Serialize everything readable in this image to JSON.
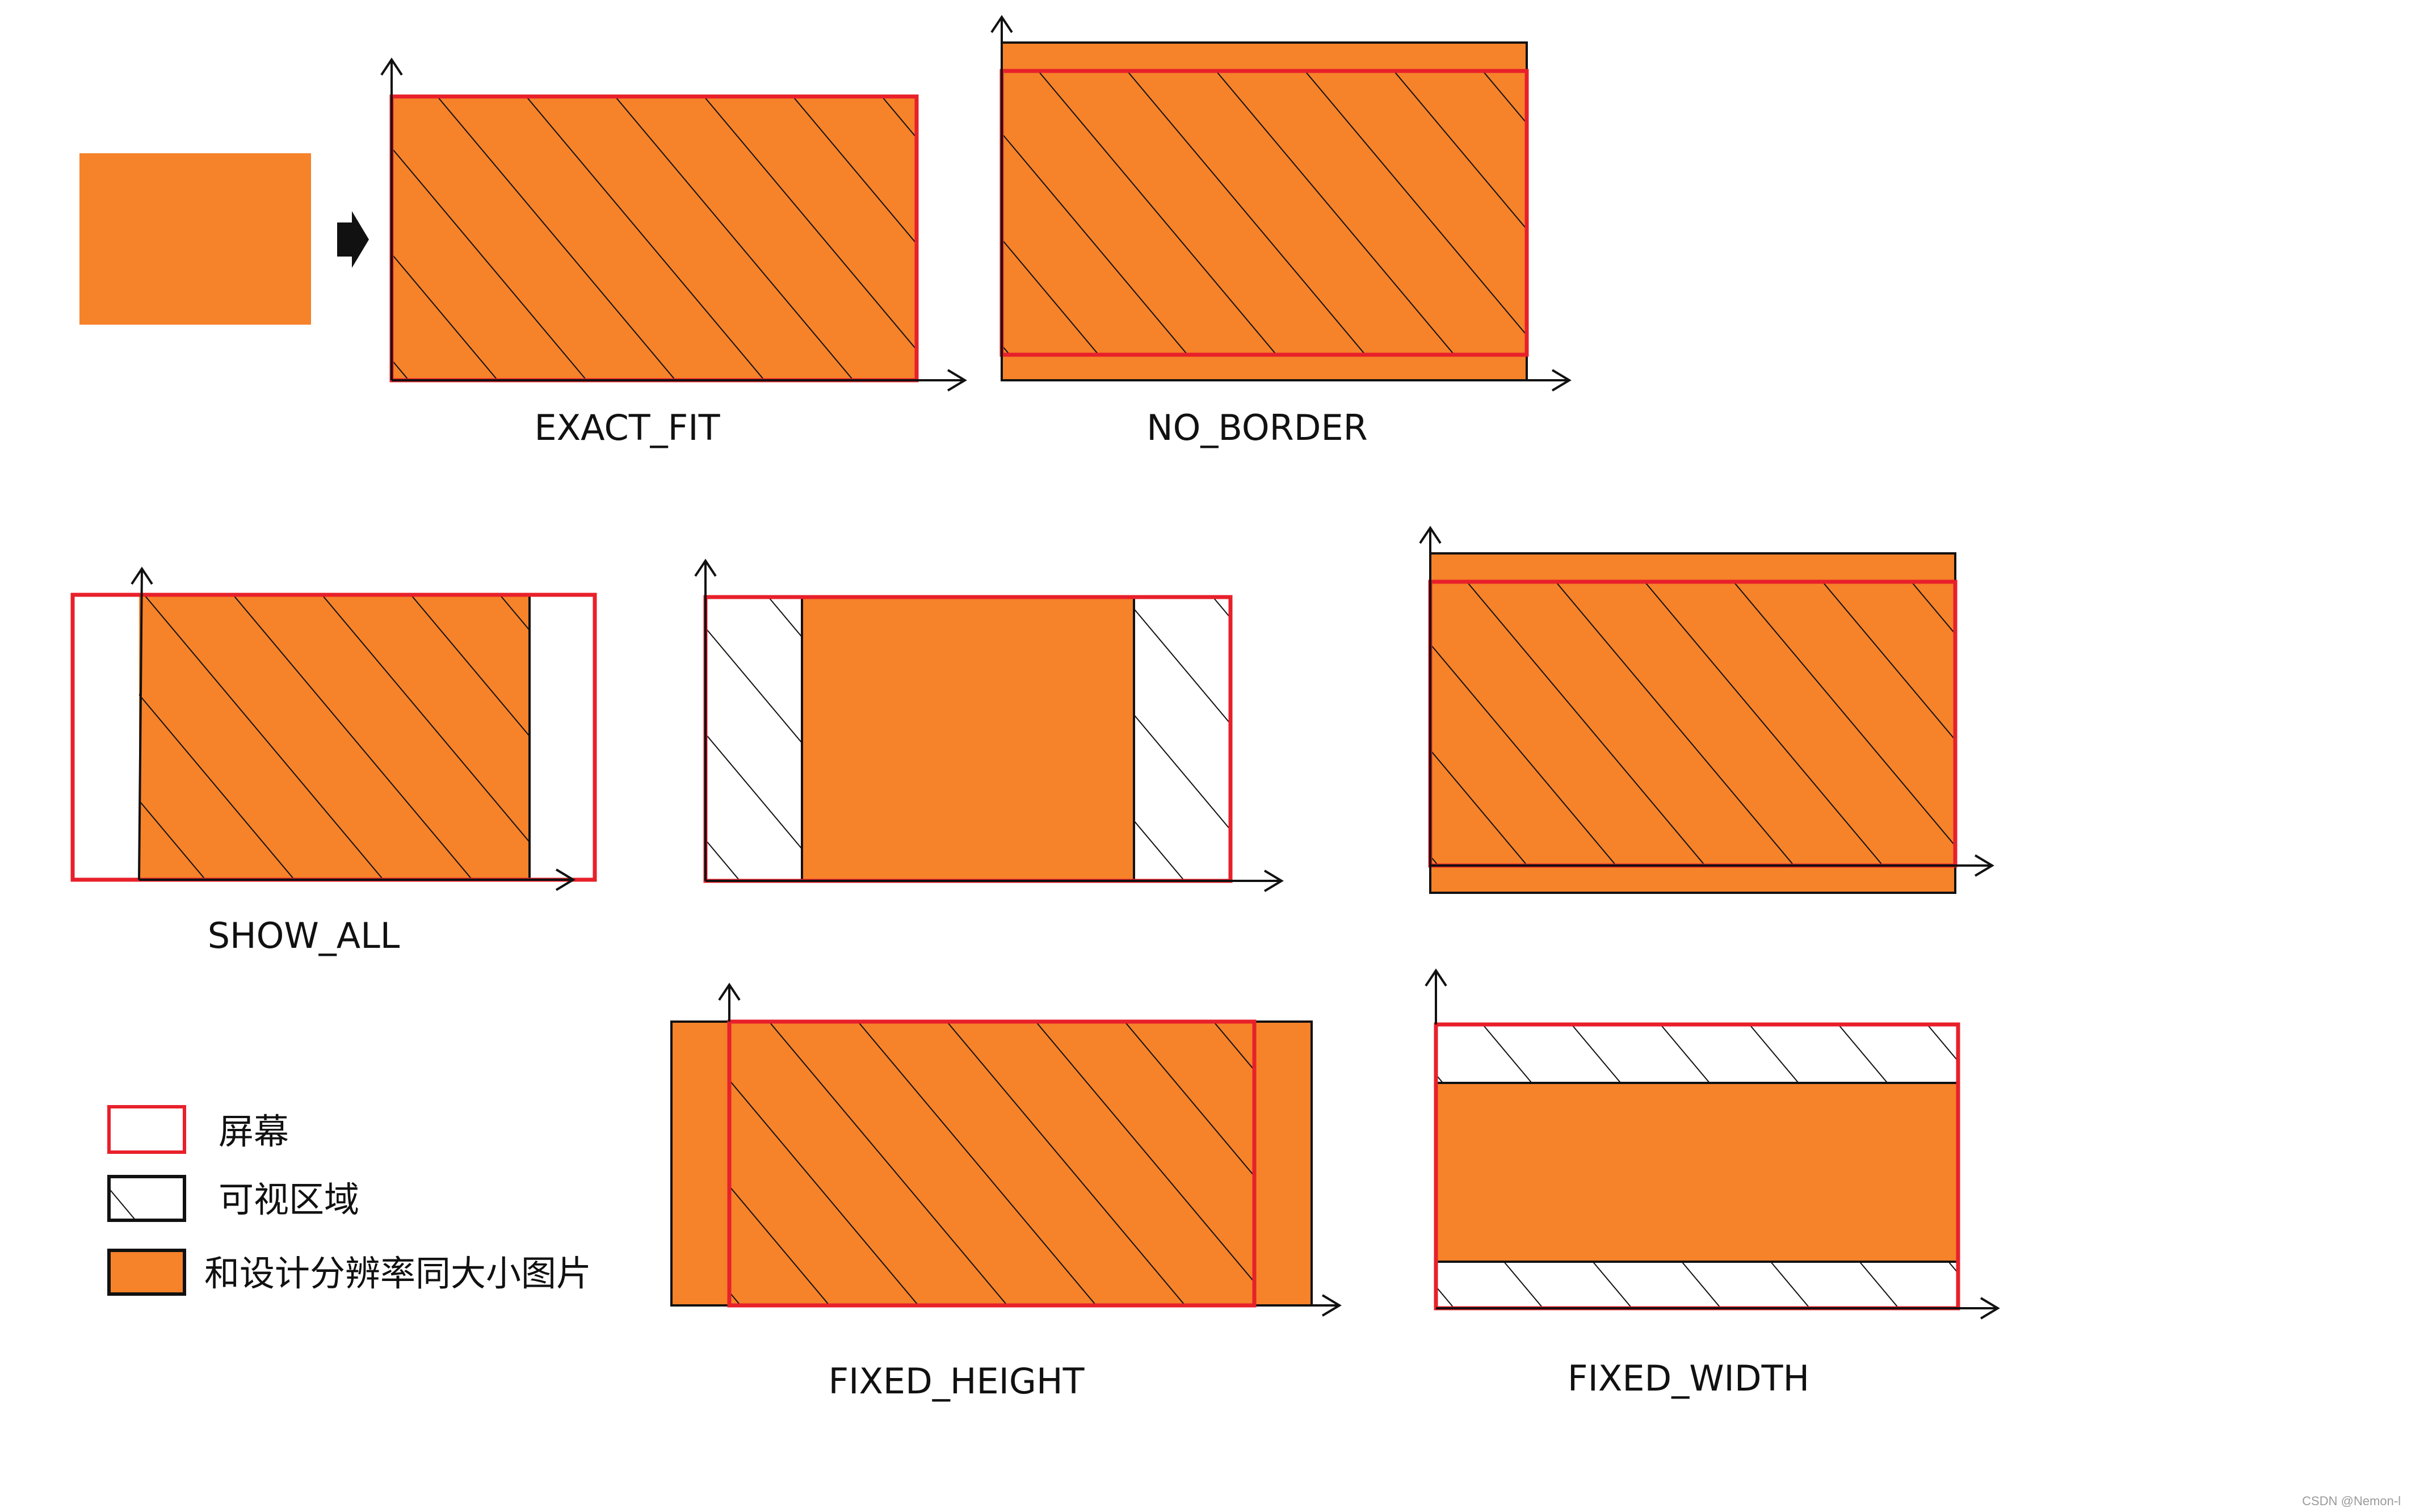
{
  "colors": {
    "image_fill": "#F6822A",
    "screen_border": "#E8202A",
    "outline": "#111111",
    "hatch": "#111111",
    "background": "#FFFFFF"
  },
  "labels": {
    "exact_fit": "EXACT_FIT",
    "no_border": "NO_BORDER",
    "show_all": "SHOW_ALL",
    "fixed_height": "FIXED_HEIGHT",
    "fixed_width": "FIXED_WIDTH"
  },
  "legend": {
    "screen": "屏幕",
    "visible_area": "可视区域",
    "design_image": "和设计分辨率同大小图片"
  },
  "watermark": "CSDN @Nemon-l",
  "icons": {
    "arrow": "right-arrow-icon",
    "axis": "axis-arrow-icon"
  }
}
